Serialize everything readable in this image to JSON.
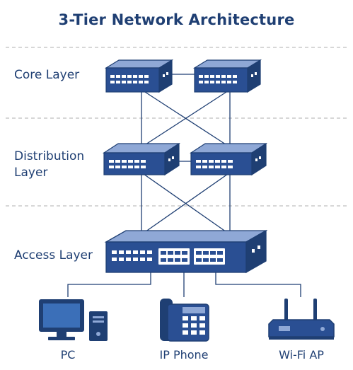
{
  "title": "3-Tier Network Architecture",
  "layers": {
    "core": "Core Layer",
    "distribution_line1": "Distribution",
    "distribution_line2": "Layer",
    "access": "Access Layer"
  },
  "devices": {
    "pc": "PC",
    "phone": "IP Phone",
    "ap": "Wi-Fi AP"
  },
  "colors": {
    "primary": "#1f3f73",
    "device_top": "#8fa8d6",
    "device_front": "#2a4f93",
    "divider": "#bfbfbf"
  }
}
